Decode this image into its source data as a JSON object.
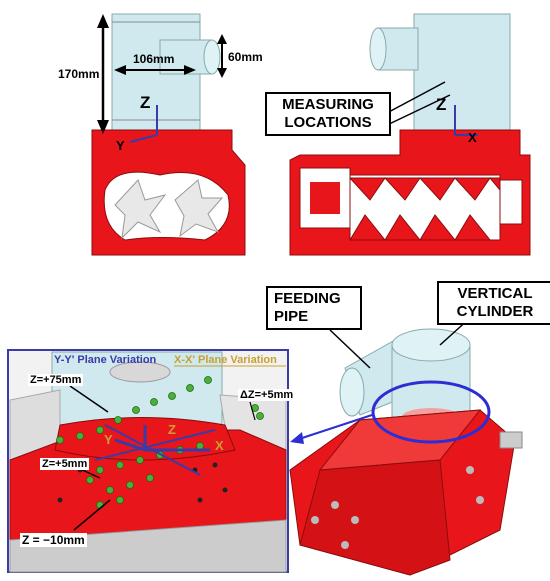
{
  "top_left": {
    "dim_height": "170mm",
    "dim_width": "106mm",
    "dim_pipe": "60mm",
    "axis_z": "Z",
    "axis_y": "Y"
  },
  "top_right": {
    "measuring_locations_line1": "MEASURING",
    "measuring_locations_line2": "LOCATIONS",
    "axis_z": "Z",
    "axis_x": "X"
  },
  "bottom_right": {
    "feeding_pipe_line1": "FEEDING",
    "feeding_pipe_line2": "PIPE",
    "vertical_cylinder_line1": "VERTICAL",
    "vertical_cylinder_line2": "CYLINDER"
  },
  "inset": {
    "yy_variation": "Y-Y' Plane Variation",
    "xx_variation": "X-X' Plane Variation",
    "z_plus75": "Z=+75mm",
    "delta_z": "ΔZ=+5mm",
    "z_plus5": "Z=+5mm",
    "z_minus10": "Z = −10mm",
    "axis_z": "Z",
    "axis_y": "Y",
    "axis_x": "X"
  },
  "colors": {
    "body_red": "#e8161b",
    "glass": "#bfe3ea",
    "axis_blue": "#3a3aa8",
    "ellipse_blue": "#2d2dd4",
    "marker_green": "#4caf3a",
    "xx_label_color": "#c8a032"
  }
}
